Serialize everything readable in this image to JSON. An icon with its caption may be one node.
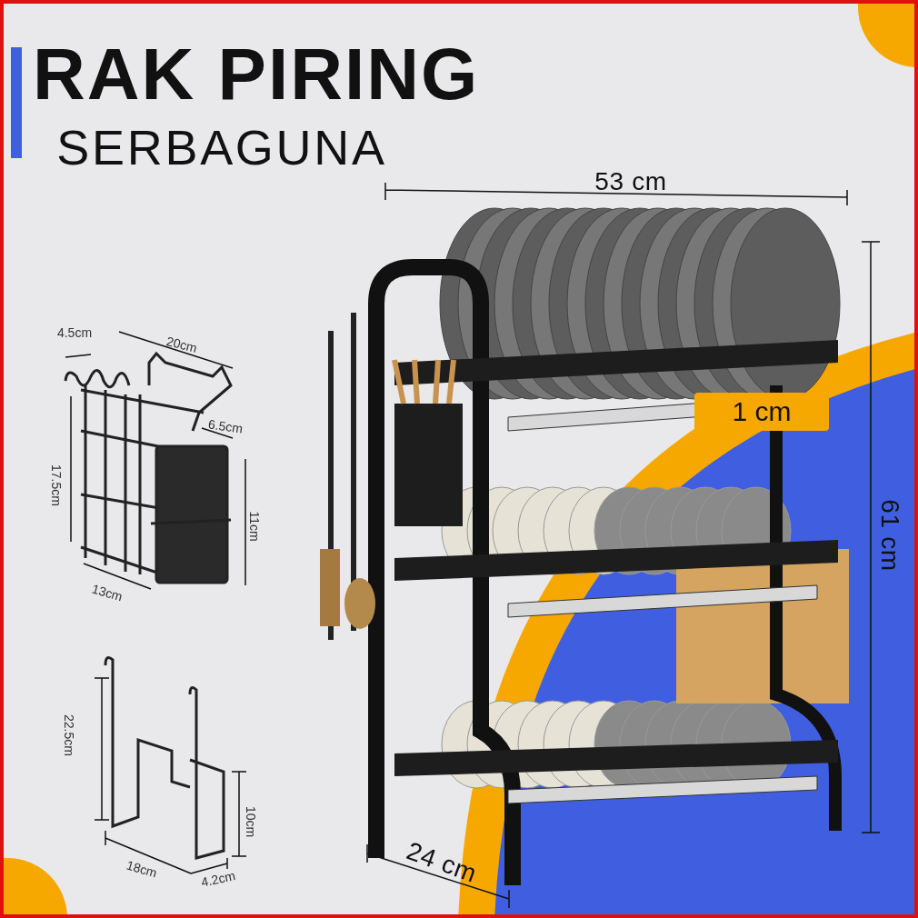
{
  "diagram": {
    "title": "RAK PIRING",
    "labels": [
      "SERBAGUNA",
      "53 cm",
      "61 cm",
      "1 cm",
      "24 cm",
      "4.5cm",
      "20cm",
      "6.5cm",
      "17.5cm",
      "11cm",
      "13cm",
      "22.5cm",
      "10cm",
      "18cm",
      "4.2cm"
    ]
  }
}
